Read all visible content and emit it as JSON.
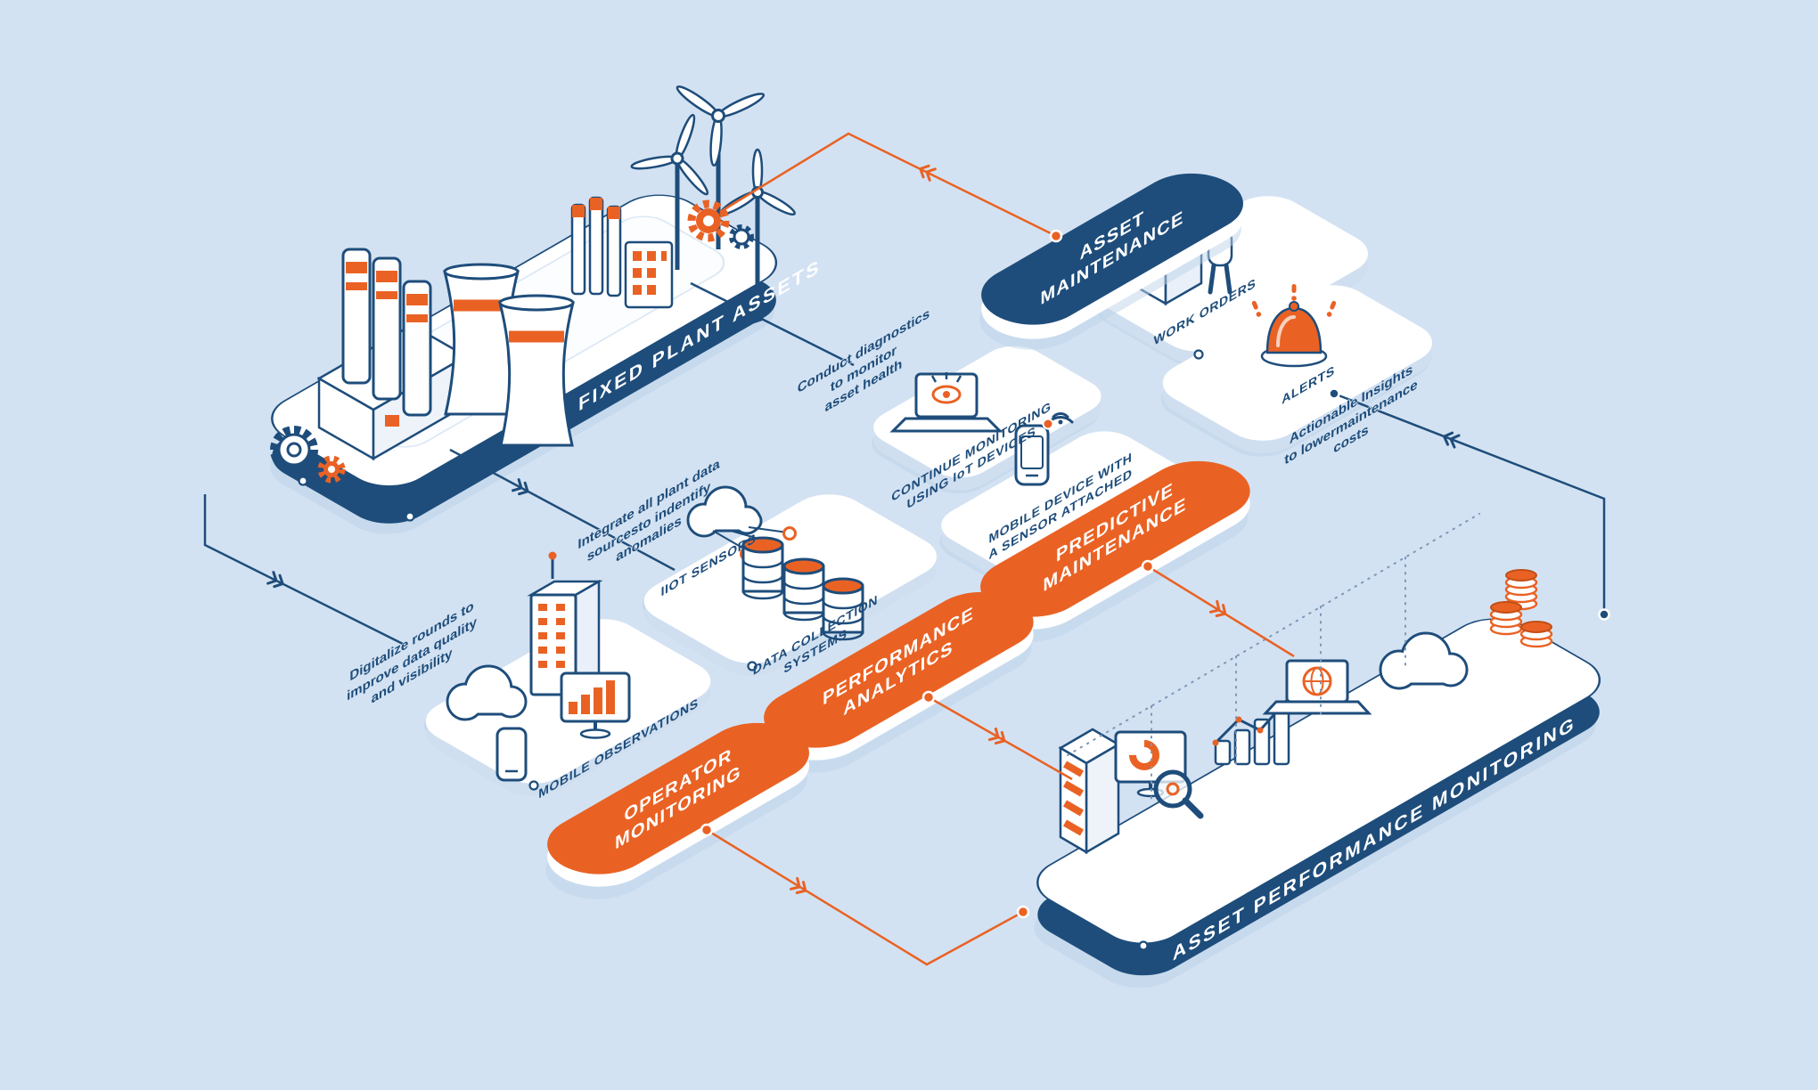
{
  "palette": {
    "background": "#d3e2f2",
    "navy": "#1e4d7b",
    "orange": "#e96224",
    "white": "#ffffff",
    "platform_shadow": "#bdd3e9",
    "platform_side": "#cfdff0"
  },
  "nodes": {
    "fixed_plant_assets": {
      "label": "FIXED PLANT ASSETS"
    },
    "asset_maintenance": {
      "label": "ASSET\nMAINTENANCE",
      "work_orders_caption": "WORK ORDERS",
      "alerts_caption": "ALERTS"
    },
    "predictive_maintenance": {
      "label": "PREDICTIVE\nMAINTENANCE",
      "continue_monitoring_caption": "CONTINUE MONITORING\nUSING IoT DEVICES",
      "mobile_device_caption": "MOBILE DEVICE WITH\nA SENSOR ATTACHED"
    },
    "performance_analytics": {
      "label": "PERFORMANCE\nANALYTICS",
      "iiot_sensors_caption": "IIOT SENSORS",
      "data_collection_caption": "DATA COLLECTION\nSYSTEMS"
    },
    "operator_monitoring": {
      "label": "OPERATOR\nMONITORING",
      "mobile_observations_caption": "MOBILE OBSERVATIONS"
    },
    "asset_performance_monitoring": {
      "label": "ASSET PERFORMANCE MONITORING"
    }
  },
  "annotations": {
    "conduct_diagnostics": "Conduct diagnostics\nto monitor\nasset health",
    "integrate_plant_data": "Integrate all plant data\nsourcesto indentify\nanomalies",
    "digitalize_rounds": "Digitalize rounds to\nimprove data quality\nand visibility",
    "actionable_insights": "Actionable Insights\nto lowermaintenance\ncosts"
  }
}
